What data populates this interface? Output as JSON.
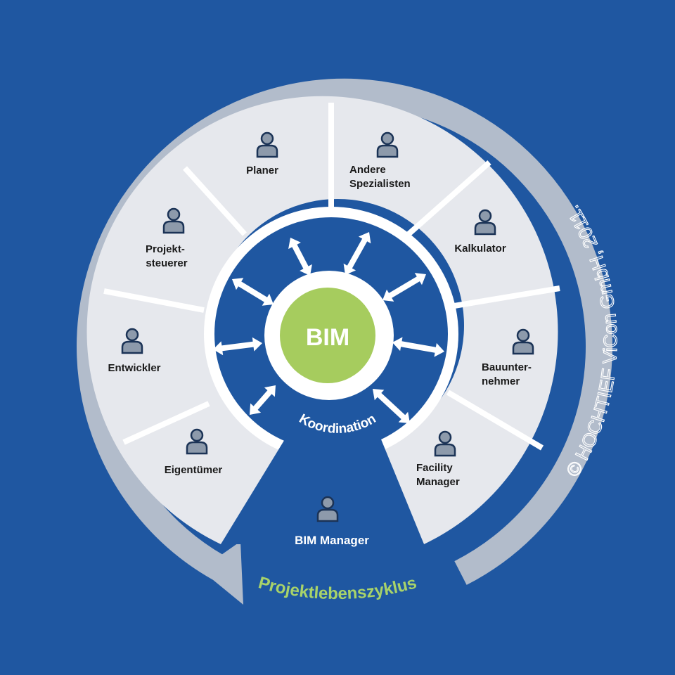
{
  "center": {
    "label": "BIM"
  },
  "coordination_label": "Koordination",
  "lifecycle_label": "Projektlebenszyklus",
  "copyright": "© HOCHTIEF ViCon GmbH, 2011.",
  "manager": {
    "label": "BIM Manager",
    "icon": "person-icon"
  },
  "roles": [
    {
      "id": "planer",
      "lines": [
        "Planer"
      ],
      "icon": "person-icon"
    },
    {
      "id": "andere-spezialisten",
      "lines": [
        "Andere",
        "Spezialisten"
      ],
      "icon": "person-icon"
    },
    {
      "id": "kalkulator",
      "lines": [
        "Kalkulator"
      ],
      "icon": "person-icon"
    },
    {
      "id": "bauunternehmer",
      "lines": [
        "Bauunter-",
        "nehmer"
      ],
      "icon": "person-icon"
    },
    {
      "id": "facility-manager",
      "lines": [
        "Facility",
        "Manager"
      ],
      "icon": "person-icon"
    },
    {
      "id": "eigentuemer",
      "lines": [
        "Eigentümer"
      ],
      "icon": "person-icon"
    },
    {
      "id": "entwickler",
      "lines": [
        "Entwickler"
      ],
      "icon": "person-icon"
    },
    {
      "id": "projektsteuerer",
      "lines": [
        "Projekt-",
        "steuerer"
      ],
      "icon": "person-icon"
    }
  ],
  "colors": {
    "background": "#1f57a1",
    "segment": "#e6e8ed",
    "cycle_arrow": "#b2bccb",
    "bim_circle": "#a6cc5e",
    "lifecycle_text": "#a8d36a",
    "person": "#8d9aab"
  }
}
